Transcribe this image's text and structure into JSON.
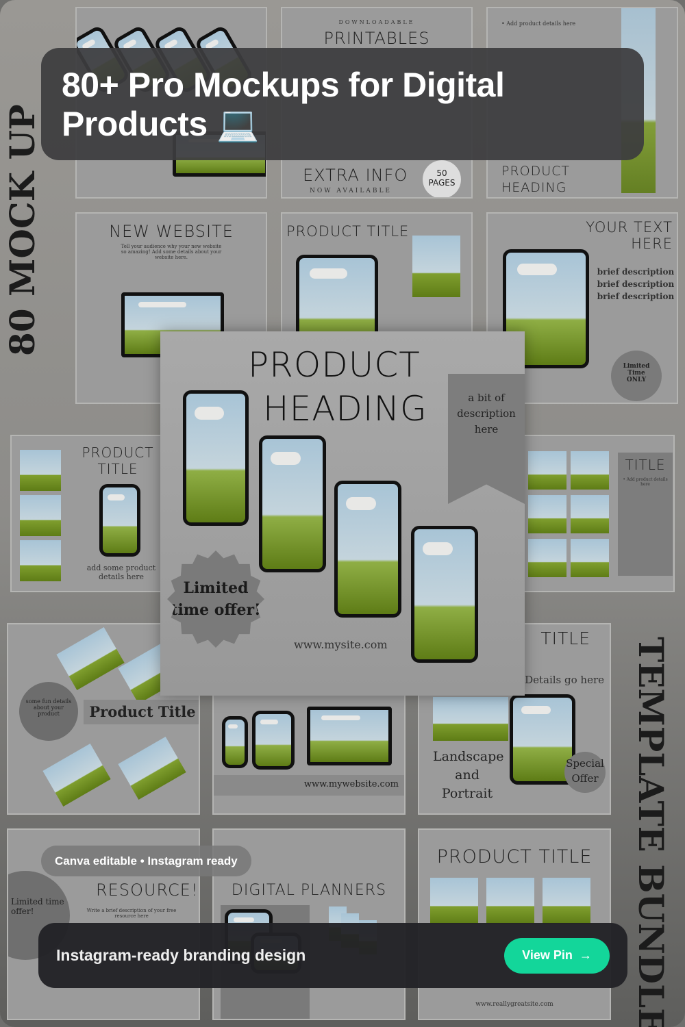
{
  "post": {
    "title": "80+ Pro Mockups for Digital Products 💻",
    "tags": "Canva editable • Instagram ready",
    "caption": "Instagram-ready branding design",
    "cta": "View Pin",
    "cta_icon": "arrow-right-icon"
  },
  "image": {
    "side_left": "80 MOCK UP",
    "side_right": "TEMPLATE BUNDLE",
    "tiles": [
      {
        "title": "PRINTABLES",
        "sub": "DOWNLOADABLE",
        "extra": "EXTRA INFO",
        "badge": "50 PAGES",
        "note": "NOW AVAILABLE"
      },
      {
        "title": "PRODUCT HEADING",
        "sub": "• Add product details here"
      },
      {
        "title": "NEW WEBSITE",
        "sub": "Tell your audience why your new website so amazing! Add some details about your website here."
      },
      {
        "title": "PRODUCT TITLE"
      },
      {
        "title": "YOUR TEXT HERE",
        "sub": "brief description brief description brief description",
        "badge": "Limited Time ONLY"
      },
      {
        "title": "PRODUCT TITLE",
        "sub": "add some product details here"
      },
      {
        "title": "TITLE",
        "sub": "• Add product details here"
      },
      {
        "title": "Product Title",
        "badge": "some fun details about your product"
      },
      {
        "sub": "www.mywebsite.com"
      },
      {
        "title": "TITLE",
        "sub": "Details go here",
        "extra": "Landscape and Portrait",
        "badge": "Special Offer"
      },
      {
        "title": "RESOURCE!",
        "sub": "Write a brief description of your free resource here",
        "badge": "Limited time offer!"
      },
      {
        "title": "DIGITAL PLANNERS"
      },
      {
        "title": "PRODUCT TITLE",
        "sub": "www.reallygreatsite.com"
      }
    ],
    "center": {
      "heading1": "PRODUCT",
      "heading2": "HEADING",
      "ribbon": "a bit of description here",
      "badge": "Limited time offer!",
      "url": "www.mysite.com"
    }
  }
}
